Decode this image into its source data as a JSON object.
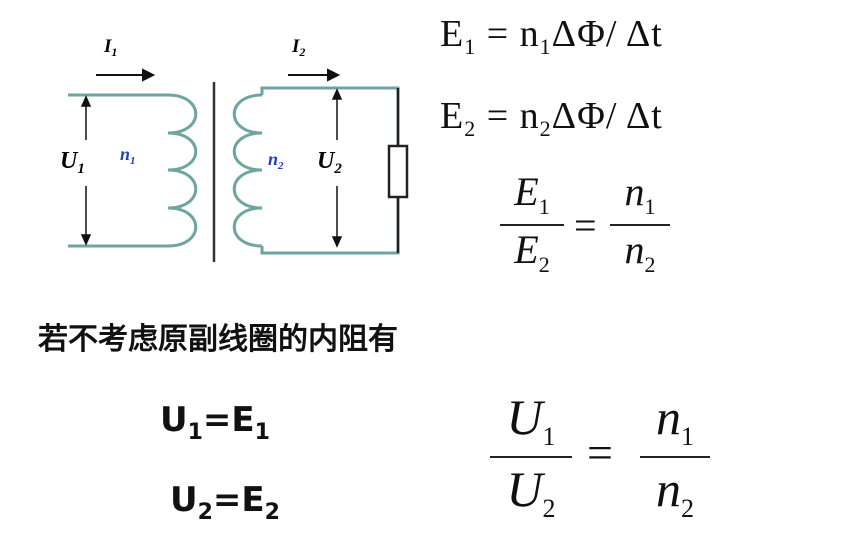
{
  "diagram": {
    "current_primary": "I",
    "current_primary_sub": "1",
    "current_secondary": "I",
    "current_secondary_sub": "2",
    "voltage_primary": "U",
    "voltage_primary_sub": "1",
    "voltage_secondary": "U",
    "voltage_secondary_sub": "2",
    "turns_primary": "n",
    "turns_primary_sub": "1",
    "turns_secondary": "n",
    "turns_secondary_sub": "2",
    "colors": {
      "wire": "#6ea5a0",
      "turns_label": "#1f3fbf"
    }
  },
  "equations": {
    "e1": {
      "lhs": "E",
      "lhs_sub": "1",
      "mid": " = n",
      "mid_sub": "1",
      "rhs": "ΔΦ/ Δt"
    },
    "e2": {
      "lhs": "E",
      "lhs_sub": "2",
      "mid": " = n",
      "mid_sub": "2",
      "rhs": "ΔΦ/ Δt"
    },
    "ratio_e": {
      "num_l": "E",
      "num_l_sub": "1",
      "den_l": "E",
      "den_l_sub": "2",
      "eq": "=",
      "num_r": "n",
      "num_r_sub": "1",
      "den_r": "n",
      "den_r_sub": "2"
    }
  },
  "heading": "若不考虑原副线圈的内阻有",
  "results": {
    "u1": {
      "lhs": "U",
      "lhs_sub": "1",
      "eq": "=",
      "rhs": "E",
      "rhs_sub": "1"
    },
    "u2": {
      "lhs": "U",
      "lhs_sub": "2",
      "eq": "=",
      "rhs": "E",
      "rhs_sub": "2"
    },
    "ratio_u": {
      "num_l": "U",
      "num_l_sub": "1",
      "den_l": "U",
      "den_l_sub": "2",
      "eq": "=",
      "num_r": "n",
      "num_r_sub": "1",
      "den_r": "n",
      "den_r_sub": "2"
    }
  }
}
